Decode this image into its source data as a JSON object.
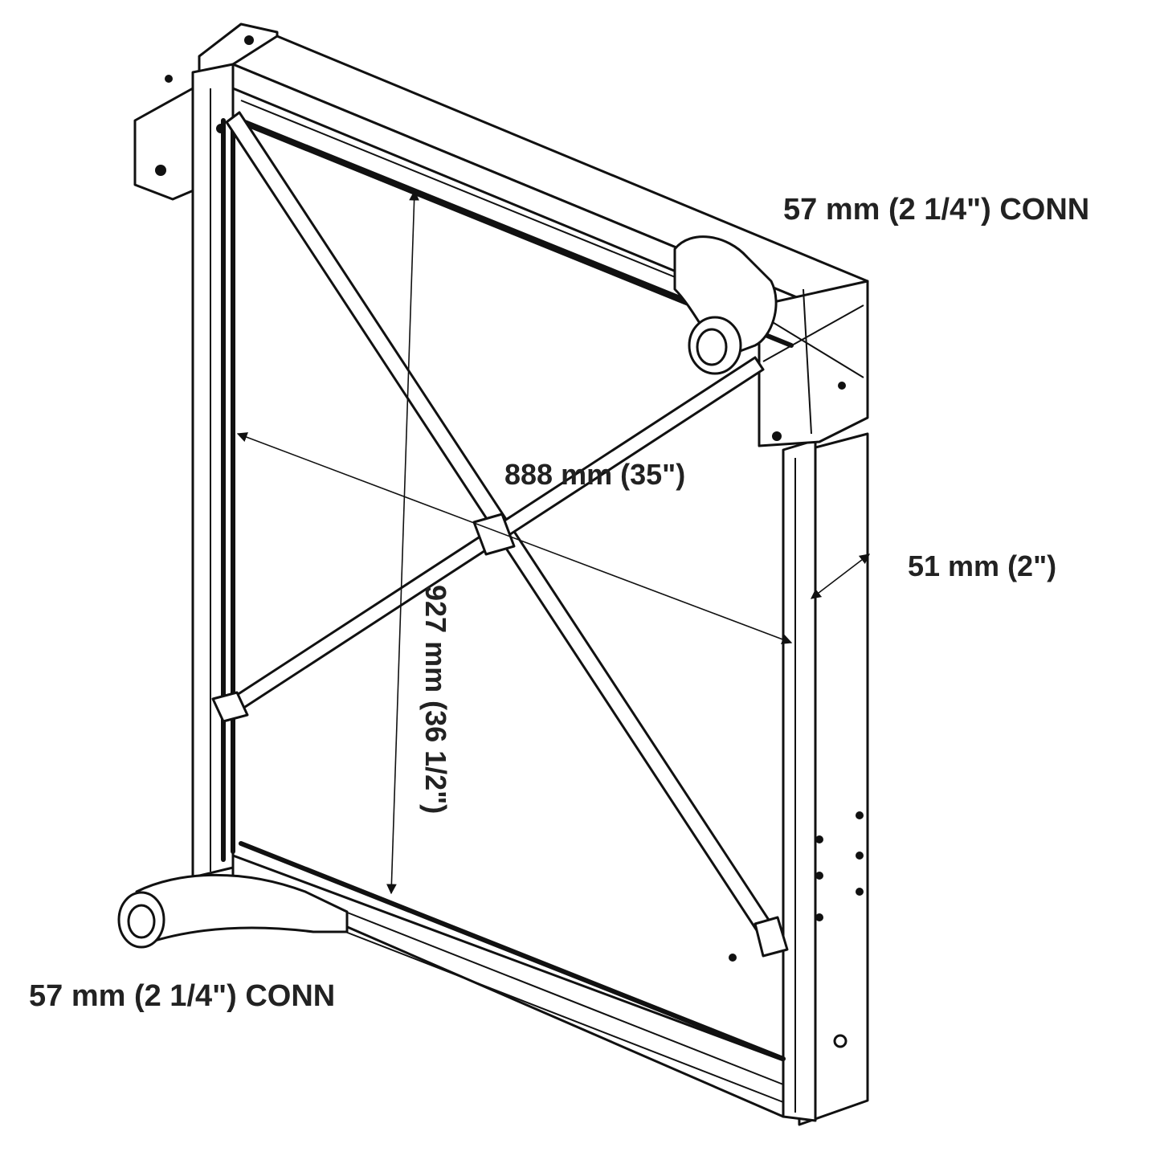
{
  "labels": {
    "top_connection": "57 mm (2 1/4\") CONN",
    "bottom_connection": "57 mm (2 1/4\") CONN",
    "width": "888 mm (35\")",
    "height": "927 mm (36 1/2\")",
    "core_thickness": "51 mm (2\")"
  },
  "colors": {
    "line": "#111111",
    "text": "#222222",
    "background": "#ffffff"
  }
}
